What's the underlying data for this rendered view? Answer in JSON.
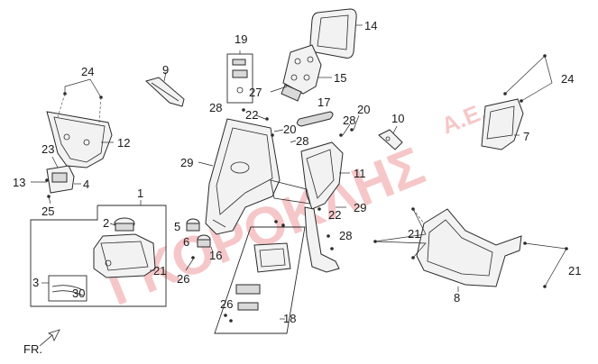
{
  "watermark": {
    "main": "ΓΚΟΡΟΚΛΗΣ",
    "suffix": "Α.Ε.",
    "color": "#e0393e"
  },
  "orientation_label": "FR.",
  "callouts": [
    {
      "id": "c24a",
      "text": "24"
    },
    {
      "id": "c9",
      "text": "9"
    },
    {
      "id": "c19",
      "text": "19"
    },
    {
      "id": "c14",
      "text": "14"
    },
    {
      "id": "c15",
      "text": "15"
    },
    {
      "id": "c24b",
      "text": "24"
    },
    {
      "id": "c27",
      "text": "27"
    },
    {
      "id": "c17",
      "text": "17"
    },
    {
      "id": "c28a",
      "text": "28"
    },
    {
      "id": "c22a",
      "text": "22"
    },
    {
      "id": "c20a",
      "text": "20"
    },
    {
      "id": "c28b",
      "text": "28"
    },
    {
      "id": "c10",
      "text": "10"
    },
    {
      "id": "c12",
      "text": "12"
    },
    {
      "id": "c20b",
      "text": "20"
    },
    {
      "id": "c28c",
      "text": "28"
    },
    {
      "id": "c7",
      "text": "7"
    },
    {
      "id": "c23",
      "text": "23"
    },
    {
      "id": "c29a",
      "text": "29"
    },
    {
      "id": "c11",
      "text": "11"
    },
    {
      "id": "c13",
      "text": "13"
    },
    {
      "id": "c4",
      "text": "4"
    },
    {
      "id": "c1",
      "text": "1"
    },
    {
      "id": "c25",
      "text": "25"
    },
    {
      "id": "c29b",
      "text": "29"
    },
    {
      "id": "c22b",
      "text": "22"
    },
    {
      "id": "c2",
      "text": "2"
    },
    {
      "id": "c5",
      "text": "5"
    },
    {
      "id": "c6",
      "text": "6"
    },
    {
      "id": "c28d",
      "text": "28"
    },
    {
      "id": "c21a",
      "text": "21"
    },
    {
      "id": "c16",
      "text": "16"
    },
    {
      "id": "c21b",
      "text": "21"
    },
    {
      "id": "c21c",
      "text": "21"
    },
    {
      "id": "c3",
      "text": "3"
    },
    {
      "id": "c26a",
      "text": "26"
    },
    {
      "id": "c30",
      "text": "30"
    },
    {
      "id": "c8",
      "text": "8"
    },
    {
      "id": "c26b",
      "text": "26"
    },
    {
      "id": "c18",
      "text": "18"
    }
  ]
}
